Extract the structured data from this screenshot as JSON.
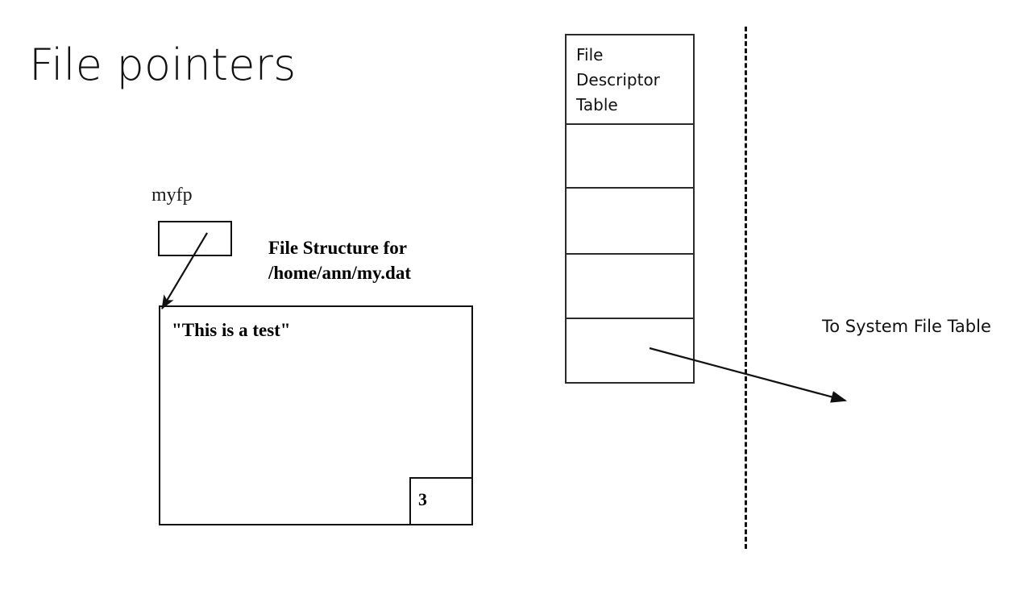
{
  "slide": {
    "title": "File pointers",
    "background_color": "#ffffff",
    "ink_color": "#111111"
  },
  "pointer_variable": {
    "label": "myfp",
    "box_value": ""
  },
  "file_structure": {
    "caption_line1": "File Structure for",
    "caption_line2": "/home/ann/my.dat",
    "buffer_text": "\"This is a test\"",
    "fd_field_value": "3"
  },
  "fd_table": {
    "title_line1": "File",
    "title_line2": "Descriptor",
    "title_line3": "Table",
    "rows": [
      {
        "label": "File\nDescriptor\nTable",
        "value": ""
      },
      {
        "label": "",
        "value": ""
      },
      {
        "label": "",
        "value": ""
      },
      {
        "label": "",
        "value": ""
      },
      {
        "label": "",
        "value": ""
      }
    ]
  },
  "kernel_boundary": {
    "style": "dashed-vertical"
  },
  "annotations": {
    "to_system_file_table": "To System File Table"
  }
}
